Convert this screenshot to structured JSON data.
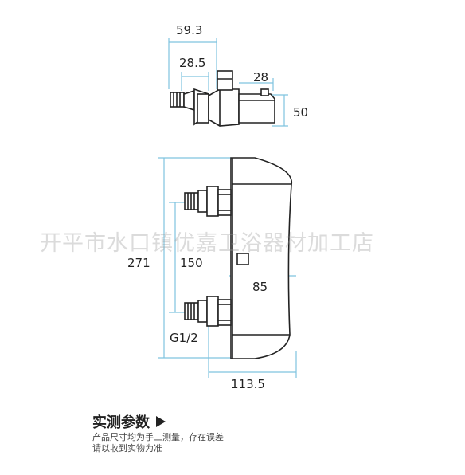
{
  "dimensions": {
    "d_59_3": "59.3",
    "d_28_5": "28.5",
    "d_28": "28",
    "d_50": "50",
    "d_271": "271",
    "d_150": "150",
    "d_85": "85",
    "d_g12": "G1/2",
    "d_113_5": "113.5"
  },
  "watermark": "开平市水口镇优嘉卫浴器材加工店",
  "caption": {
    "title": "实测参数",
    "line1": "产品尺寸均为手工测量，存在误差",
    "line2": "请以收到实物为准"
  },
  "colors": {
    "dimension_line": "#7fc3df",
    "outline": "#222222"
  }
}
